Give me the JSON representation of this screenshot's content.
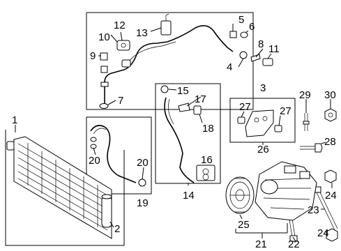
{
  "callouts": {
    "c1": "1",
    "c2": "2",
    "c3": "3",
    "c4": "4",
    "c5": "5",
    "c6": "6",
    "c7": "7",
    "c8": "8",
    "c9": "9",
    "c10": "10",
    "c11": "11",
    "c12": "12",
    "c13": "13",
    "c14": "14",
    "c15": "15",
    "c16": "16",
    "c17": "17",
    "c18": "18",
    "c19": "19",
    "c20a": "20",
    "c20b": "20",
    "c21": "21",
    "c22": "22",
    "c23": "23",
    "c24a": "24",
    "c24b": "24",
    "c25": "25",
    "c26": "26",
    "c27a": "27",
    "c27b": "27",
    "c28": "28",
    "c29": "29",
    "c30": "30"
  }
}
